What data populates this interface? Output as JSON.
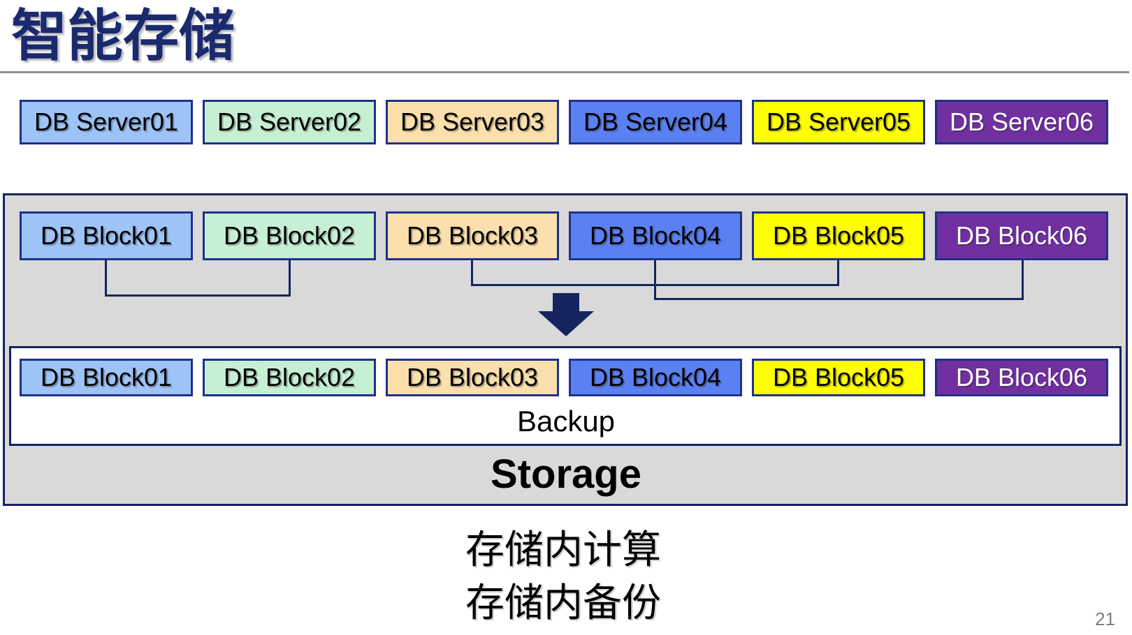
{
  "title": "智能存储",
  "page_number": "21",
  "backup_label": "Backup",
  "storage_label": "Storage",
  "caption": [
    "存储内计算",
    "存储内备份"
  ],
  "palette": {
    "navy_accent": "#15235F",
    "title_navy": "#1B2A6E",
    "box_border_navy": "#1F3189",
    "storage_container_fill": "#D9D9D9",
    "backup_box_fill": "#FFFFFF",
    "rule_gray": "#909090",
    "page_number_gray": "#808080"
  },
  "columns": [
    {
      "fill": "#9DC3F7",
      "text_color": "#000000"
    },
    {
      "fill": "#C6F0D4",
      "text_color": "#000000"
    },
    {
      "fill": "#FBDFAC",
      "text_color": "#000000"
    },
    {
      "fill": "#5B80F2",
      "text_color": "#000000"
    },
    {
      "fill": "#FFFF00",
      "text_color": "#000000"
    },
    {
      "fill": "#7030A0",
      "text_color": "#FFFFFF"
    }
  ],
  "server_row": [
    "DB Server01",
    "DB Server02",
    "DB Server03",
    "DB Server04",
    "DB Server05",
    "DB Server06"
  ],
  "block_row_top": [
    "DB Block01",
    "DB Block02",
    "DB Block03",
    "DB Block04",
    "DB Block05",
    "DB Block06"
  ],
  "block_row_bottom": [
    "DB Block01",
    "DB Block02",
    "DB Block03",
    "DB Block04",
    "DB Block05",
    "DB Block06"
  ]
}
